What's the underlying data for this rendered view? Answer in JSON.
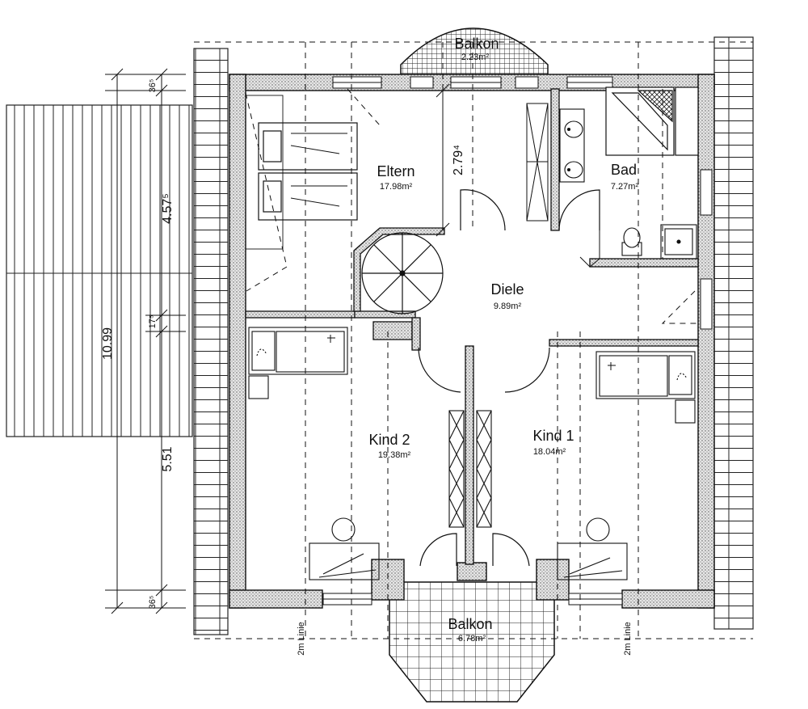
{
  "rooms": {
    "balkon_top": {
      "name": "Balkon",
      "area": "2.23m²"
    },
    "eltern": {
      "name": "Eltern",
      "area": "17.98m²"
    },
    "bad": {
      "name": "Bad",
      "area": "7.27m²"
    },
    "diele": {
      "name": "Diele",
      "area": "9.89m²"
    },
    "kind2": {
      "name": "Kind 2",
      "area": "19.38m²"
    },
    "kind1": {
      "name": "Kind 1",
      "area": "18.04m²"
    },
    "balkon_bottom": {
      "name": "Balkon",
      "area": "6.78m²"
    }
  },
  "dimensions": {
    "height_total": "10.99",
    "top_eave": "36⁵",
    "upper": "4.57⁵",
    "mid": "17⁵",
    "lower": "5.51",
    "bottom_eave": "36⁵",
    "ceiling": "2.79⁴"
  },
  "line_labels": {
    "left": "2m Linie",
    "right": "2m Linie"
  },
  "colors": {
    "line": "#1a1a1a",
    "wall_fill": "#dcdcdc",
    "background": "#ffffff"
  }
}
